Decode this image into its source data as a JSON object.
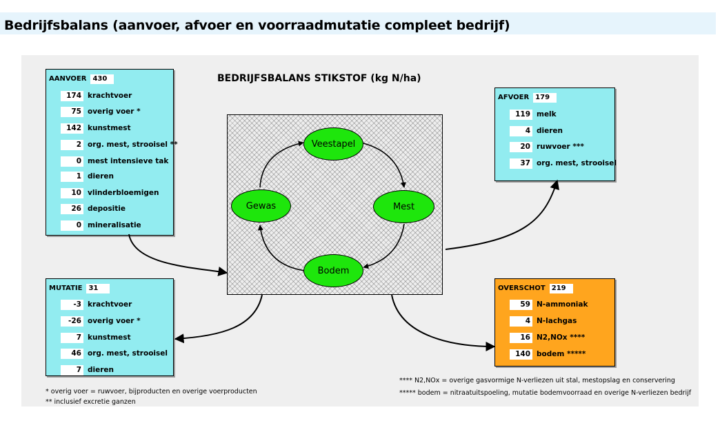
{
  "page_title": "Bedrijfsbalans (aanvoer, afvoer en voorraadmutatie compleet bedrijf)",
  "diagram_title": "BEDRIJFSBALANS STIKSTOF (kg N/ha)",
  "aanvoer": {
    "label": "AANVOER",
    "total": "430",
    "items": [
      {
        "value": "174",
        "label": "krachtvoer"
      },
      {
        "value": "75",
        "label": "overig voer *"
      },
      {
        "value": "142",
        "label": "kunstmest"
      },
      {
        "value": "2",
        "label": "org. mest, strooisel **"
      },
      {
        "value": "0",
        "label": "mest intensieve tak"
      },
      {
        "value": "1",
        "label": "dieren"
      },
      {
        "value": "10",
        "label": "vlinderbloemigen"
      },
      {
        "value": "26",
        "label": "depositie"
      },
      {
        "value": "0",
        "label": "mineralisatie"
      }
    ]
  },
  "afvoer": {
    "label": "AFVOER",
    "total": "179",
    "items": [
      {
        "value": "119",
        "label": "melk"
      },
      {
        "value": "4",
        "label": "dieren"
      },
      {
        "value": "20",
        "label": "ruwvoer ***"
      },
      {
        "value": "37",
        "label": "org. mest, strooisel"
      }
    ]
  },
  "mutatie": {
    "label": "MUTATIE",
    "total": "31",
    "items": [
      {
        "value": "-3",
        "label": "krachtvoer"
      },
      {
        "value": "-26",
        "label": "overig voer *"
      },
      {
        "value": "7",
        "label": "kunstmest"
      },
      {
        "value": "46",
        "label": "org. mest, strooisel"
      },
      {
        "value": "7",
        "label": "dieren"
      }
    ]
  },
  "overschot": {
    "label": "OVERSCHOT",
    "total": "219",
    "items": [
      {
        "value": "59",
        "label": "N-ammoniak"
      },
      {
        "value": "4",
        "label": "N-lachgas"
      },
      {
        "value": "16",
        "label": "N2,NOx ****"
      },
      {
        "value": "140",
        "label": "bodem *****"
      }
    ]
  },
  "cycle": {
    "veestapel": "Veestapel",
    "mest": "Mest",
    "bodem": "Bodem",
    "gewas": "Gewas"
  },
  "notes": {
    "star1": "*     overig voer = ruwvoer, bijproducten en overige voerproducten",
    "star2": "**   inclusief excretie ganzen",
    "star4": "****    N2,NOx = overige gasvormige N-verliezen uit stal, mestopslag en conservering",
    "star5": "***** bodem = nitraatuitspoeling, mutatie bodemvoorraad en overige N-verliezen bedrijf"
  },
  "colors": {
    "box_cyan": "#92ecf0",
    "box_orange": "#ffa51e",
    "ellipse_green": "#1ee60c",
    "header_bg": "#e6f4fc"
  }
}
